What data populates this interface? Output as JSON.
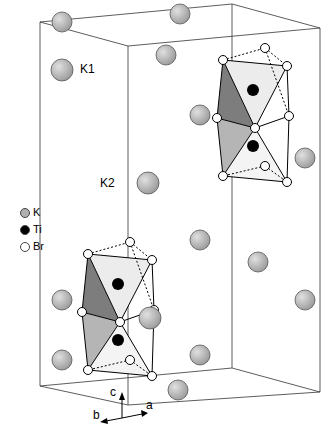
{
  "diagram": {
    "labels": [
      "K1",
      "K2",
      "c",
      "b",
      "a"
    ],
    "legend": [
      {
        "text": "K",
        "color": "#b0b0b0"
      },
      {
        "text": "Ti",
        "color": "#000000"
      },
      {
        "text": "Br",
        "color": "#ffffff"
      }
    ]
  }
}
